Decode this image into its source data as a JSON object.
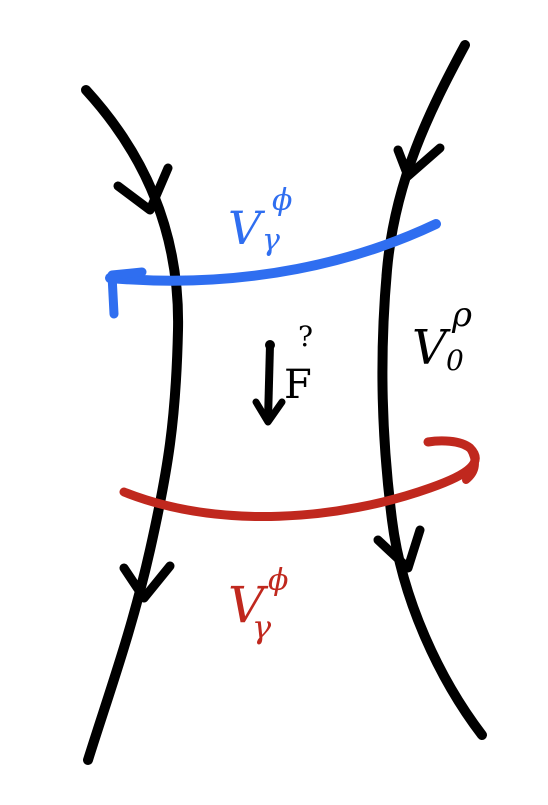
{
  "colors": {
    "ink": "#000000",
    "blue": "#2f6ef0",
    "red": "#c0281e",
    "background": "#ffffff"
  },
  "labels": {
    "top_operator": {
      "main": "V",
      "sub": "γ",
      "sup": "ϕ"
    },
    "middle_operator": {
      "main": "V",
      "sub": "0",
      "sup": "ρ"
    },
    "bottom_operator": {
      "main": "V",
      "sub": "γ",
      "sup": "ϕ"
    },
    "force": {
      "main": "F",
      "sup": "?"
    }
  }
}
